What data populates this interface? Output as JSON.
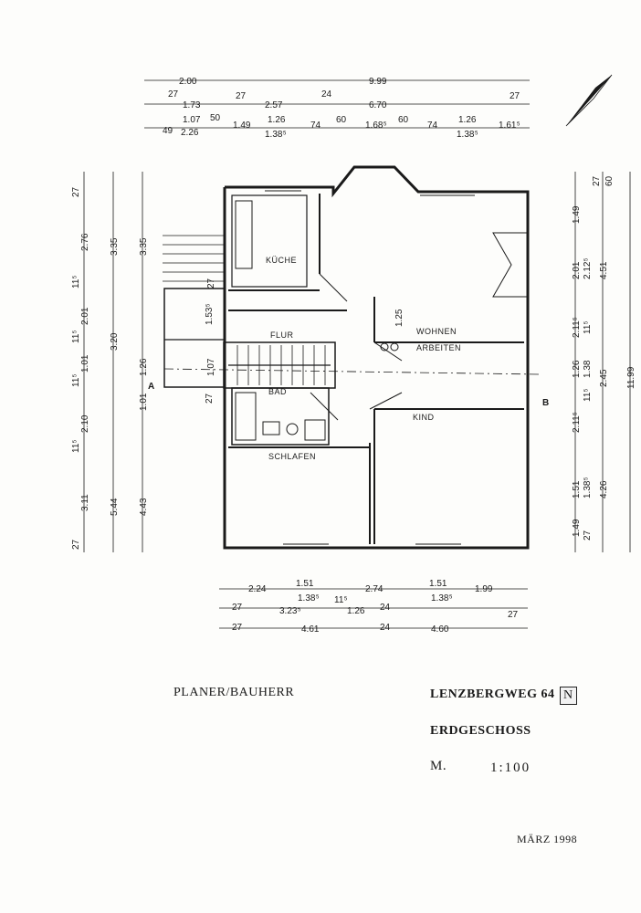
{
  "rooms": {
    "kitchen": "KÜCHE",
    "hall": "FLUR",
    "bath": "BAD",
    "living": "WOHNEN",
    "study": "ARBEITEN",
    "child": "KIND",
    "sleep": "SCHLAFEN"
  },
  "dimensions": {
    "top": {
      "row1": [
        "2.00",
        "9.99"
      ],
      "row2": [
        "27",
        "1.73",
        "27",
        "2.57",
        "24",
        "6.70",
        "27"
      ],
      "row3": [
        "49",
        "1.07",
        "2.26",
        "50",
        "1.49",
        "1.26",
        "1.38⁵",
        "74",
        "60",
        "1.68⁵",
        "60",
        "74",
        "1.26",
        "1.38⁵",
        "1.61⁵"
      ]
    },
    "left": {
      "row1": [
        "27",
        "2.76",
        "11⁵",
        "2.01",
        "11⁵",
        "1.01",
        "11⁵",
        "2.10",
        "11⁵",
        "3.11",
        "27"
      ],
      "row2": [
        "3.35",
        "3.20",
        "5.44"
      ],
      "row3": [
        "3.35",
        "1.01",
        "4.43"
      ]
    },
    "right": {
      "row1": [
        "1.49",
        "2.01",
        "2.12⁵",
        "2.11⁵",
        "11⁵",
        "1.26",
        "1.38",
        "11⁵",
        "2.11⁵",
        "1.51",
        "1.38⁵",
        "1.49",
        "27"
      ],
      "row2": [
        "27",
        "4.51",
        "2.45",
        "4.26"
      ],
      "row3": [
        "60",
        "11.99"
      ]
    },
    "bottom": {
      "row1": [
        "2.24",
        "1.51",
        "1.38⁵",
        "2.74",
        "1.51",
        "1.38⁵",
        "1.99"
      ],
      "row2": [
        "27",
        "3.23⁵",
        "11⁵",
        "1.26",
        "24",
        "27"
      ],
      "row3": [
        "27",
        "4.61",
        "24",
        "4.60"
      ]
    },
    "interior": [
      "1.25",
      "1.53⁵",
      "1.07",
      "1.26",
      "27",
      "27"
    ]
  },
  "section_markers": [
    "A",
    "B"
  ],
  "title_block": {
    "planer": "PLANER/BAUHERR",
    "address": "LENZBERGWEG 64",
    "north": "N",
    "floor": "ERDGESCHOSS",
    "scale_label": "M.",
    "scale_value": "1:100",
    "date": "MÄRZ 1998"
  }
}
